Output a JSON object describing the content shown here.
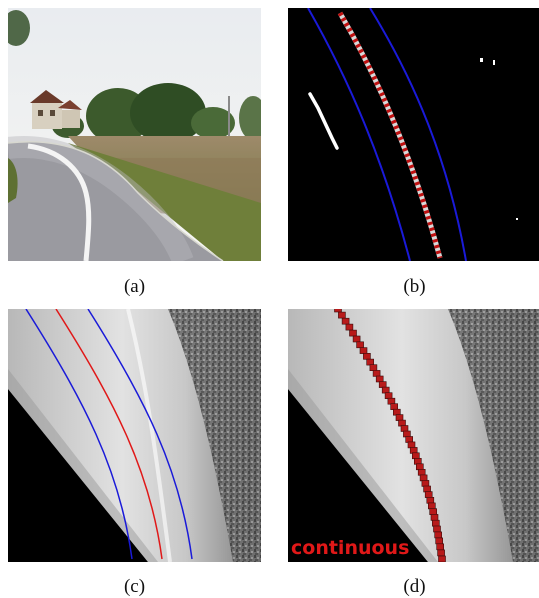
{
  "captions": {
    "a": "(a)",
    "b": "(b)",
    "c": "(c)",
    "d": "(d)"
  },
  "panel_d": {
    "overlay_label": "continuous"
  },
  "colors": {
    "lane_boundary": "#1a1ad8",
    "lane_marking_fit": "#e01818",
    "marking_box": "#b81a1a",
    "overlay_text": "#e01818",
    "binary_blob": "#ffffff",
    "background_black": "#000000"
  }
}
